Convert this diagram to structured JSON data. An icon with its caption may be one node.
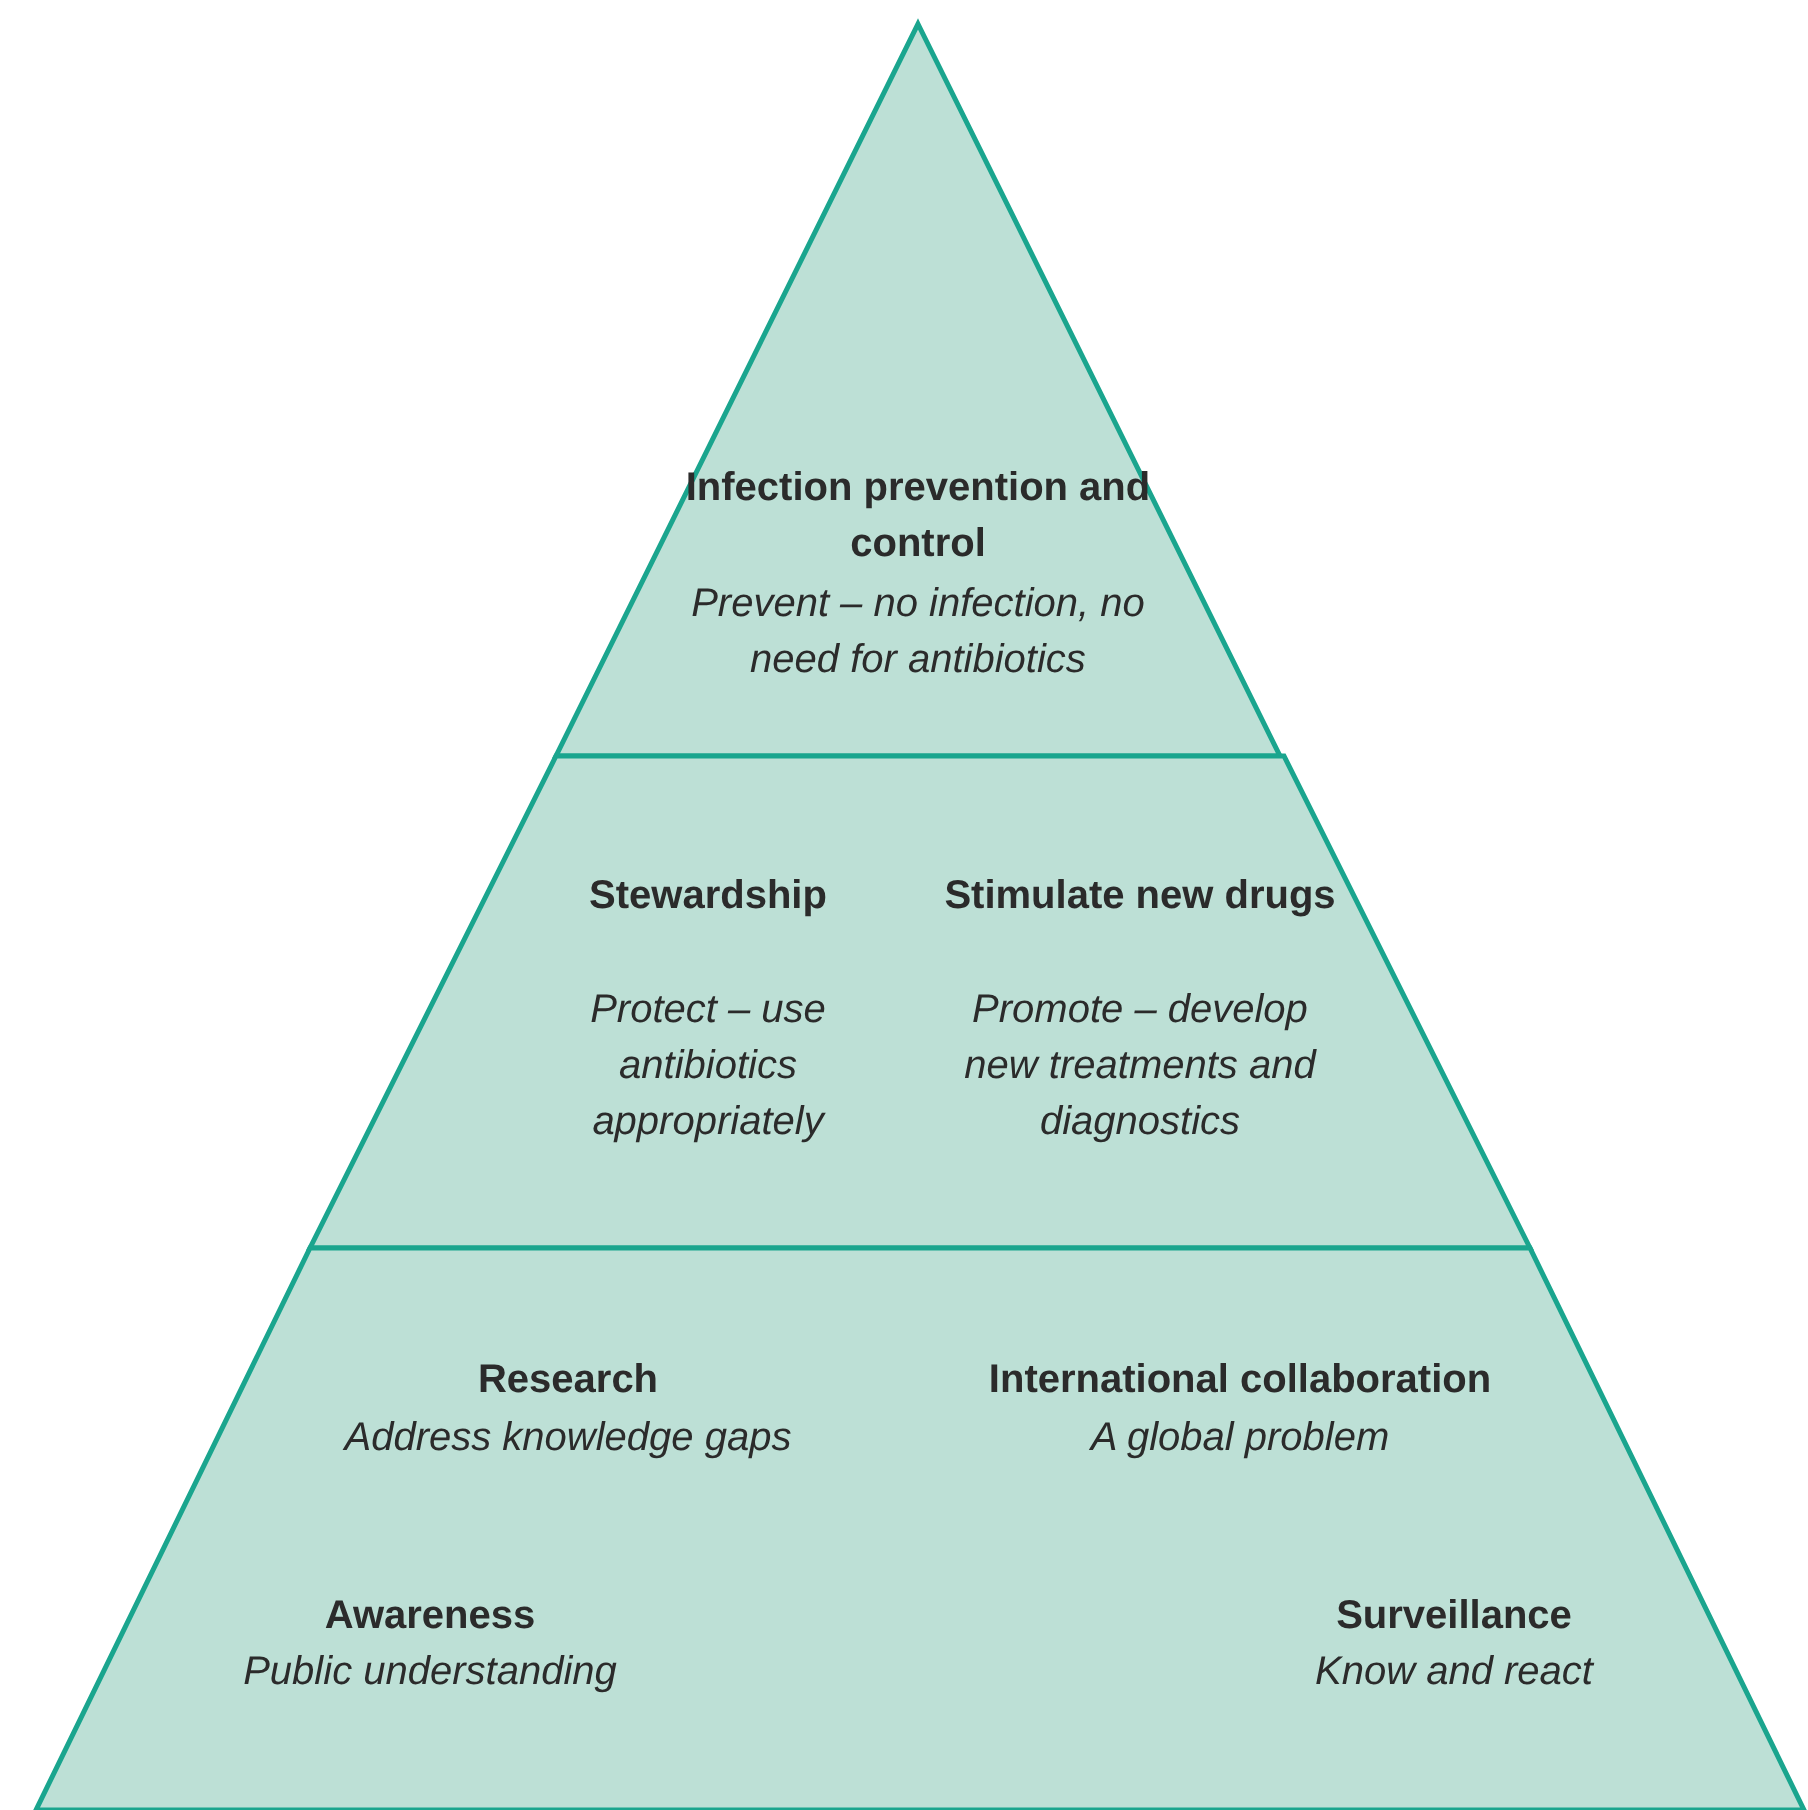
{
  "diagram": {
    "nodes": [
      {
        "text": [
          "Infection prevention and control",
          "Prevent – no infection, no need for antibiotics"
        ]
      },
      {
        "text": [
          "Stewardship",
          "Protect – use antibiotics appropriately",
          "Stimulate new drugs",
          "Promote – develop new treatments and diagnostics"
        ]
      },
      {
        "text": [
          "Research",
          "Address knowledge gaps",
          "International collaboration",
          "A global problem",
          "Awareness",
          "Public understanding",
          "Surveillance",
          "Know and react"
        ]
      }
    ]
  }
}
